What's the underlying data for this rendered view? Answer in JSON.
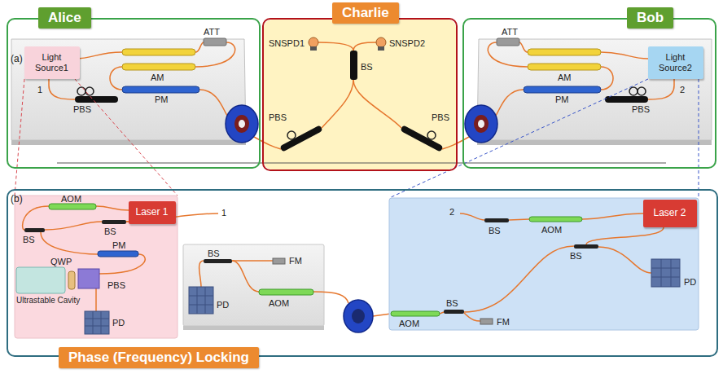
{
  "diagram": {
    "nodes": [
      {
        "text": [
          "Alice"
        ]
      },
      {
        "text": [
          "Charlie"
        ]
      },
      {
        "text": [
          "Bob"
        ]
      },
      {
        "text": [
          "Phase (Frequency) Locking"
        ]
      },
      {
        "text": [
          "Light Source1"
        ],
        "in": 0
      },
      {
        "text": [
          "Light Source2"
        ],
        "in": 2
      },
      {
        "text": [
          "Laser 1"
        ],
        "in": 3
      },
      {
        "text": [
          "Laser 2"
        ],
        "in": 3
      }
    ],
    "labels": [
      "(a)",
      "ATT",
      "AM",
      "PM",
      "PBS",
      "1",
      "SNSPD1",
      "SNSPD2",
      "BS",
      "PBS",
      "PBS",
      "ATT",
      "AM",
      "PM",
      "PBS",
      "2",
      "(b)",
      "AOM",
      "BS",
      "BS",
      "1",
      "QWP",
      "PM",
      "PBS",
      "Ultrastable Cavity",
      "PD",
      "BS",
      "FM",
      "PD",
      "AOM",
      "2",
      "BS",
      "AOM",
      "BS",
      "PD",
      "AOM",
      "BS",
      "FM"
    ]
  }
}
